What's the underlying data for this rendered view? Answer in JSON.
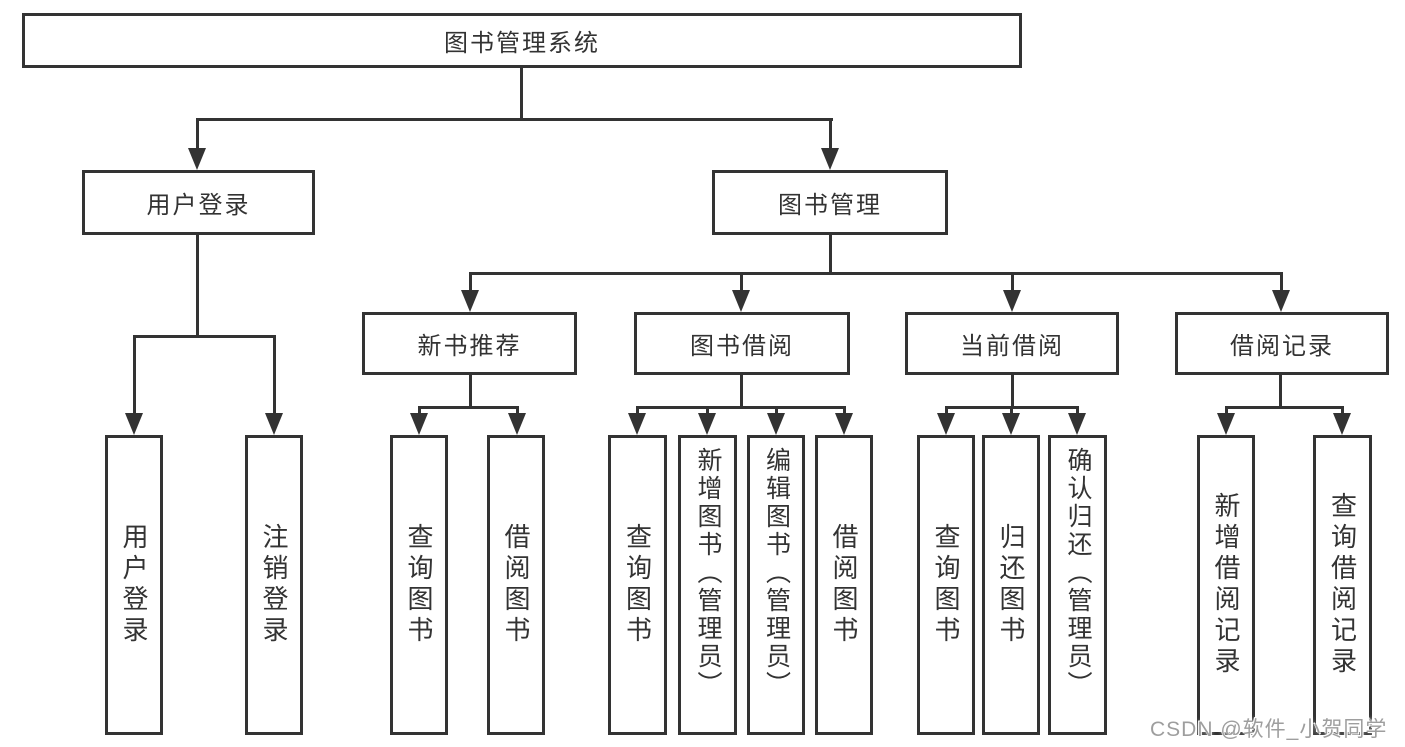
{
  "diagram": {
    "root": {
      "label": "图书管理系统"
    },
    "level1": [
      {
        "label": "用户登录"
      },
      {
        "label": "图书管理"
      }
    ],
    "level2": [
      {
        "label": "新书推荐"
      },
      {
        "label": "图书借阅"
      },
      {
        "label": "当前借阅"
      },
      {
        "label": "借阅记录"
      }
    ],
    "leaves": {
      "user_login": [
        {
          "label": "用户登录"
        },
        {
          "label": "注销登录"
        }
      ],
      "new_book": [
        {
          "label": "查询图书"
        },
        {
          "label": "借阅图书"
        }
      ],
      "book_borrow": [
        {
          "label": "查询图书"
        },
        {
          "label": "新增图书（管理员）"
        },
        {
          "label": "编辑图书（管理员）"
        },
        {
          "label": "借阅图书"
        }
      ],
      "current_borrow": [
        {
          "label": "查询图书"
        },
        {
          "label": "归还图书"
        },
        {
          "label": "确认归还（管理员）"
        }
      ],
      "borrow_records": [
        {
          "label": "新增借阅记录"
        },
        {
          "label": "查询借阅记录"
        }
      ]
    }
  },
  "watermark": {
    "text": "CSDN @软件_小贺同学"
  },
  "colors": {
    "line": "#333333",
    "text": "#333333",
    "watermark_text": "#9e9e9e",
    "background": "#ffffff"
  }
}
